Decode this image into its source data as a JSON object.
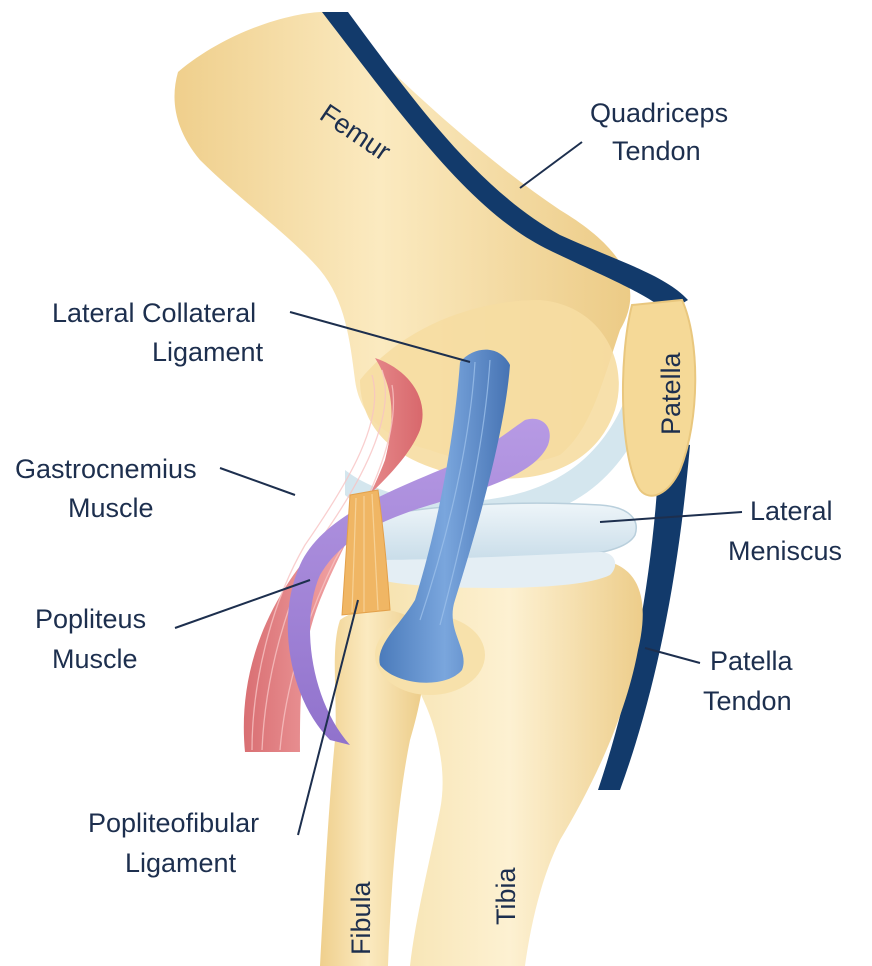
{
  "labels": {
    "femur": "Femur",
    "quadriceps_tendon": [
      "Quadriceps",
      "Tendon"
    ],
    "lateral_collateral_ligament": [
      "Lateral Collateral",
      "Ligament"
    ],
    "patella": "Patella",
    "gastrocnemius_muscle": [
      "Gastrocnemius",
      "Muscle"
    ],
    "lateral_meniscus": [
      "Lateral",
      "Meniscus"
    ],
    "popliteus_muscle": [
      "Popliteus",
      "Muscle"
    ],
    "patella_tendon": [
      "Patella",
      "Tendon"
    ],
    "popliteofibular_ligament": [
      "Popliteofibular",
      "Ligament"
    ],
    "fibula": "Fibula",
    "tibia": "Tibia"
  },
  "colors": {
    "bone": "#f3d89c",
    "bone_light": "#fbecc4",
    "tendon_dark": "#123a6b",
    "ligament_blue": "#5a8ac6",
    "meniscus": "#dbe9f1",
    "muscle_red": "#e48c8e",
    "muscle_purple": "#a586d8",
    "ligament_orange": "#f0b664",
    "text": "#1d2f4e"
  }
}
